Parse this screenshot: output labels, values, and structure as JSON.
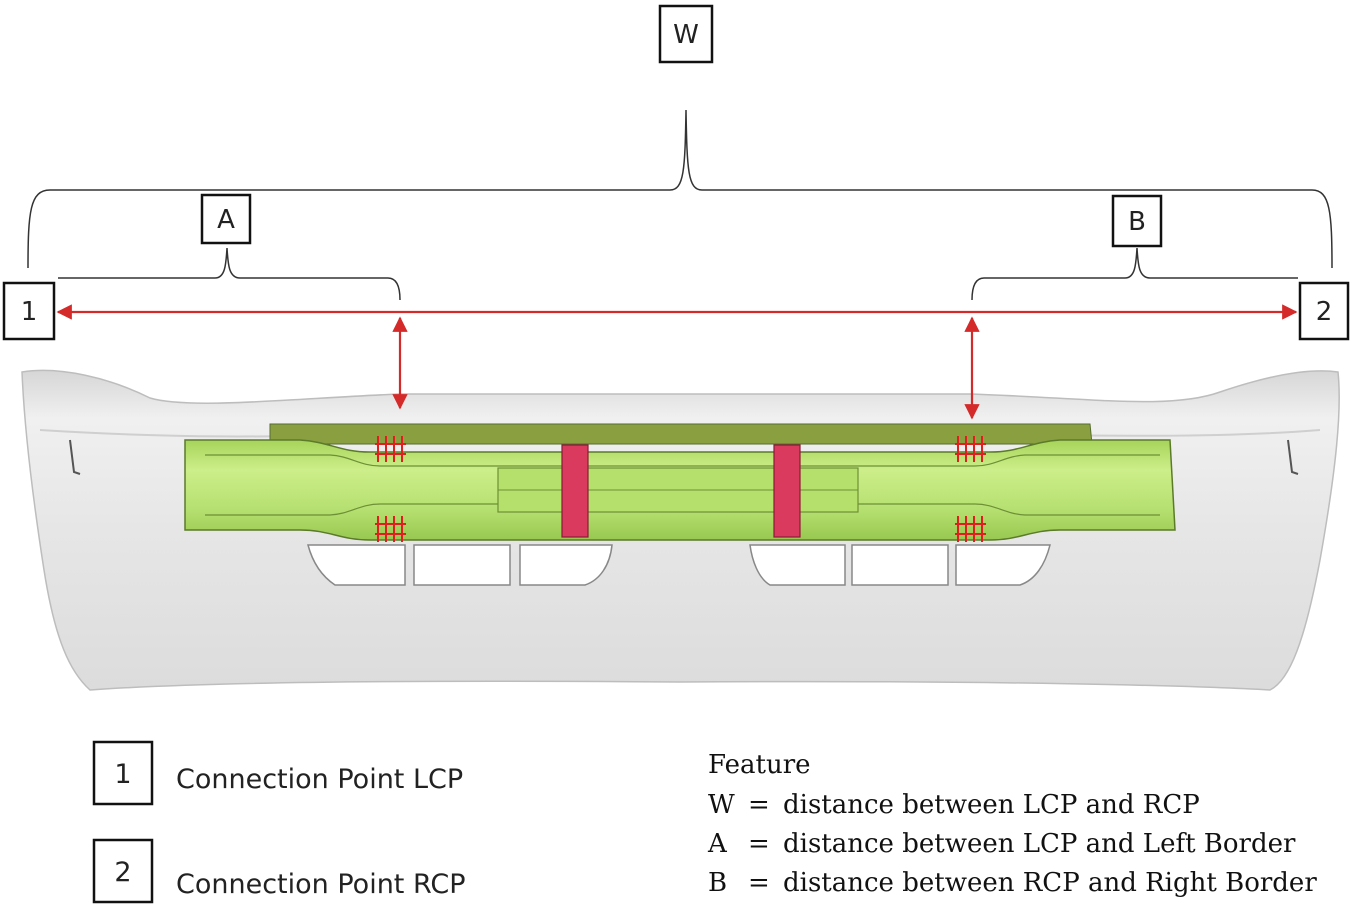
{
  "labels": {
    "w": "W",
    "a": "A",
    "b": "B",
    "lcp_box": "1",
    "rcp_box": "2"
  },
  "legend": {
    "items": [
      {
        "num": "1",
        "text": "Connection Point LCP"
      },
      {
        "num": "2",
        "text": "Connection Point RCP"
      }
    ]
  },
  "feature": {
    "title": "Feature",
    "lines": [
      {
        "key": "W",
        "eq": "=",
        "desc": "distance between LCP and RCP"
      },
      {
        "key": "A",
        "eq": "=",
        "desc": "distance between LCP and Left Border"
      },
      {
        "key": "B",
        "eq": "=",
        "desc": "distance between RCP and Right Border"
      }
    ]
  },
  "colors": {
    "arrow": "#d42a2a",
    "bumper": "#e8e8e8",
    "beam": "#b8e06a",
    "pad": "#d93a5e",
    "bracket": "#333333"
  }
}
